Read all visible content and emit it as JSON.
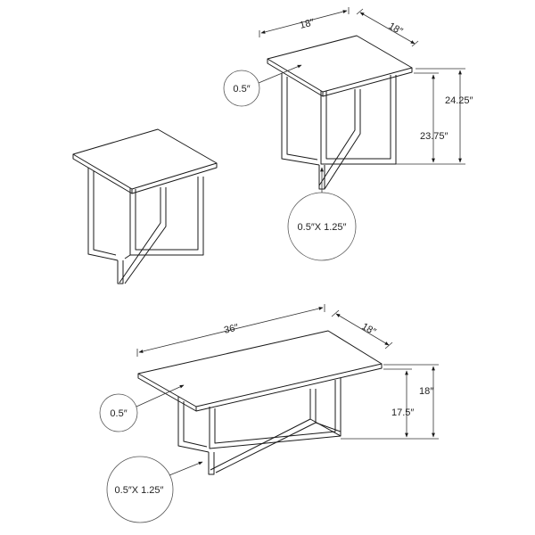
{
  "end_table": {
    "width_label": "18″",
    "depth_label": "18″",
    "total_height_label": "24.25″",
    "leg_height_label": "23.75″",
    "top_thickness_label": "0.5″",
    "leg_profile_label": "0.5″X 1.25″"
  },
  "coffee_table": {
    "width_label": "36″",
    "depth_label": "18″",
    "total_height_label": "18″",
    "leg_height_label": "17.5″",
    "top_thickness_label": "0.5″",
    "leg_profile_label": "0.5″X 1.25″"
  },
  "colors": {
    "line": "#1a1a1a",
    "background": "#ffffff"
  }
}
